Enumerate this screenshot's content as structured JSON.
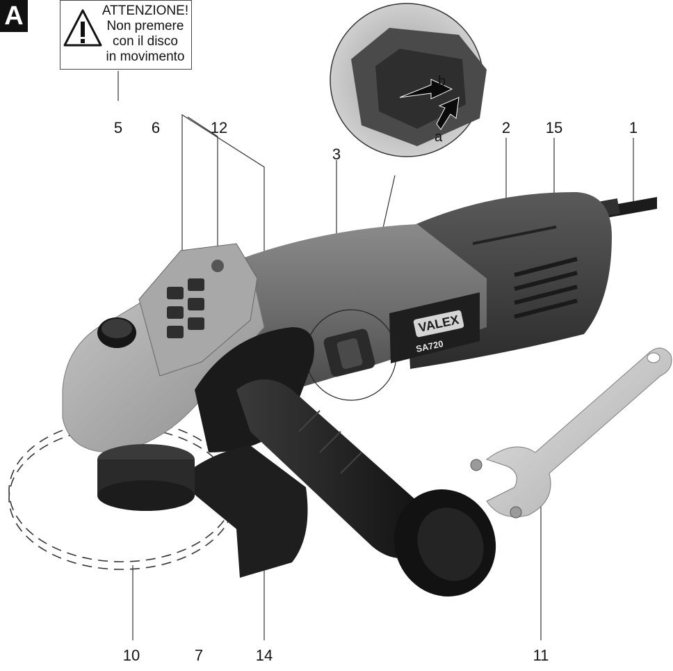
{
  "section_badge": "A",
  "warning": {
    "lines": [
      "ATTENZIONE!",
      "Non premere",
      "con il disco",
      "in movimento"
    ]
  },
  "brand": {
    "name": "VALEX",
    "model": "SA720"
  },
  "callouts": {
    "c1": "1",
    "c2": "2",
    "c3": "3",
    "c5": "5",
    "c6": "6",
    "c7": "7",
    "c10": "10",
    "c11": "11",
    "c12": "12",
    "c14": "14",
    "c15": "15"
  },
  "detail": {
    "label_a": "a",
    "label_b": "b"
  }
}
